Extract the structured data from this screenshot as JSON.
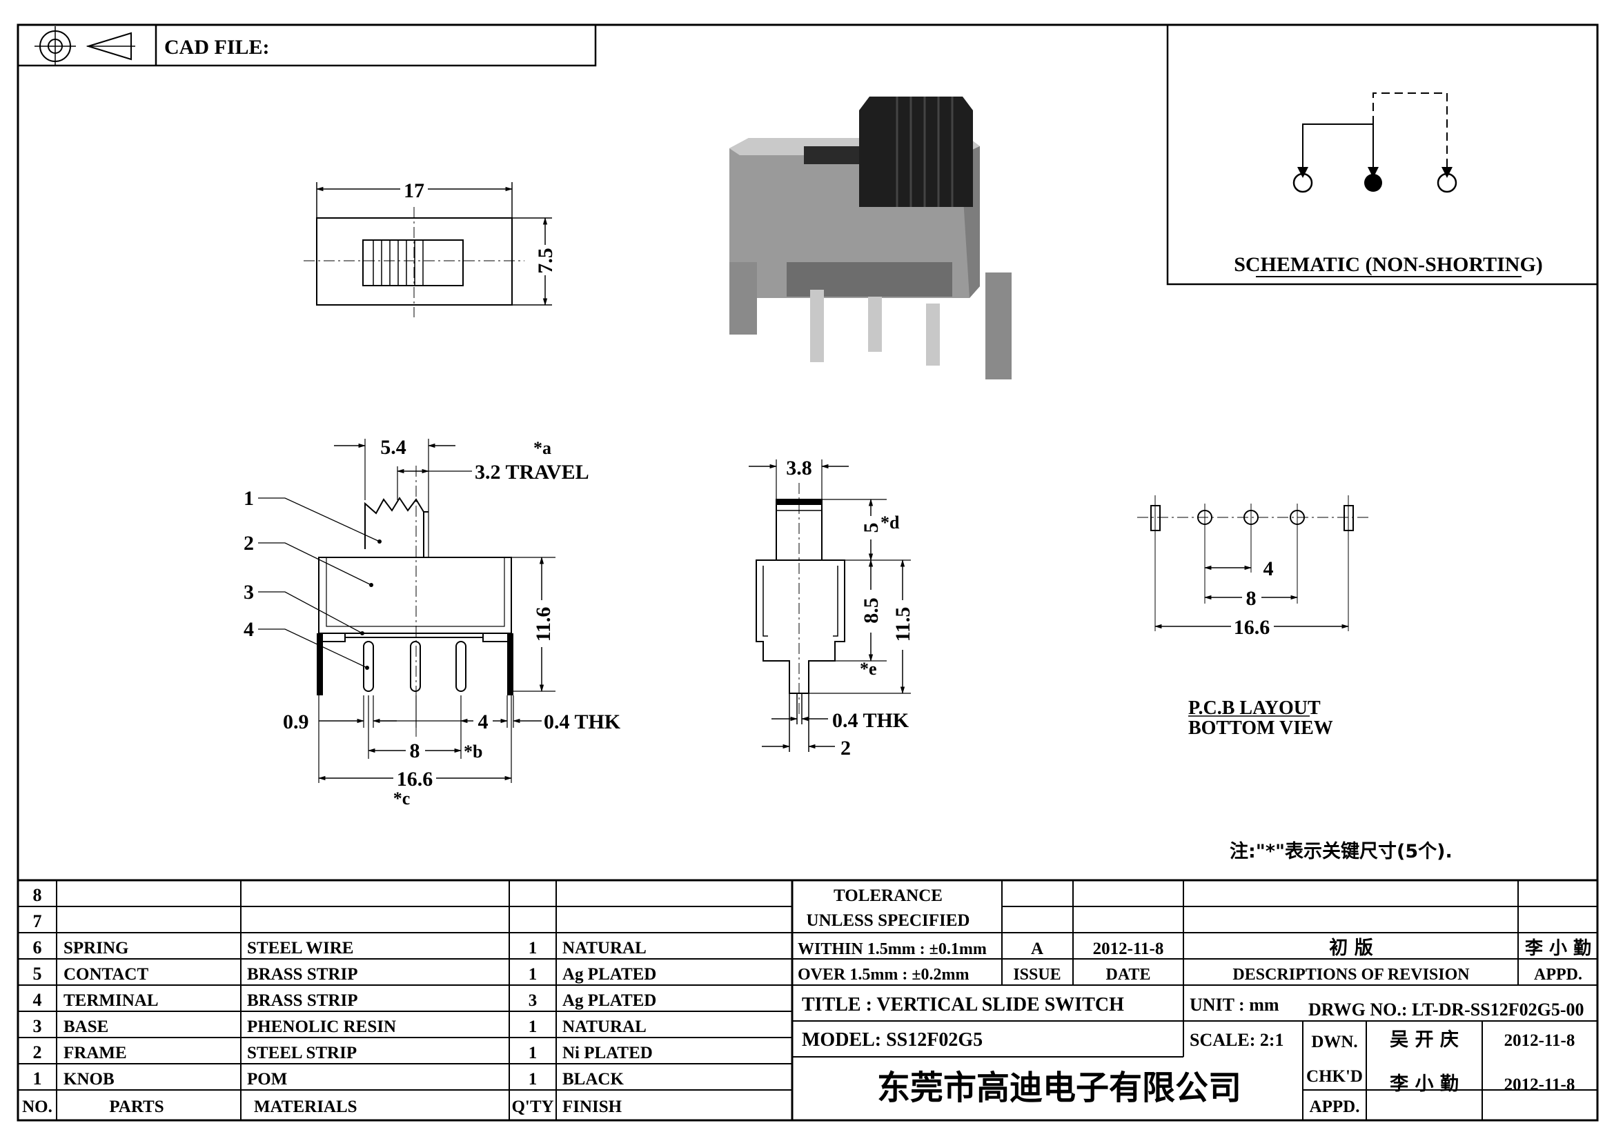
{
  "header": {
    "cad_file_label": "CAD FILE:"
  },
  "schematic": {
    "label": "SCHEMATIC (NON-SHORTING)"
  },
  "dims": {
    "top_width": "17",
    "top_height": "7.5",
    "knob_width": "5.4",
    "travel_mark": "*a",
    "travel": "3.2 TRAVEL",
    "height": "11.6",
    "pin_d": "0.9",
    "pin_half": "4",
    "thk": "0.4 THK",
    "pin_8": "8",
    "mark_b": "*b",
    "overall": "16.6",
    "mark_c": "*c",
    "side_knob": "3.8",
    "side_knob_h": "5",
    "mark_d": "*d",
    "side_body": "8.5",
    "mark_e": "*e",
    "side_total": "11.5",
    "side_thk": "0.4 THK",
    "side_pin": "2",
    "body_mark": "8.5",
    "callouts": [
      "1",
      "2",
      "3",
      "4"
    ]
  },
  "pcb": {
    "d1": "4",
    "d2": "8",
    "d3": "16.6",
    "label1": "P.C.B LAYOUT",
    "label2": "BOTTOM VIEW"
  },
  "note": "注:\"*\"表示关键尺寸(5个).",
  "bom": {
    "headers": {
      "no": "NO.",
      "parts": "PARTS",
      "materials": "MATERIALS",
      "qty": "Q'TY",
      "finish": "FINISH"
    },
    "rows": [
      {
        "no": "8",
        "part": "",
        "material": "",
        "qty": "",
        "finish": ""
      },
      {
        "no": "7",
        "part": "",
        "material": "",
        "qty": "",
        "finish": ""
      },
      {
        "no": "6",
        "part": "SPRING",
        "material": "STEEL WIRE",
        "qty": "1",
        "finish": "NATURAL"
      },
      {
        "no": "5",
        "part": "CONTACT",
        "material": "BRASS STRIP",
        "qty": "1",
        "finish": "Ag PLATED"
      },
      {
        "no": "4",
        "part": "TERMINAL",
        "material": "BRASS STRIP",
        "qty": "3",
        "finish": "Ag PLATED"
      },
      {
        "no": "3",
        "part": "BASE",
        "material": "PHENOLIC RESIN",
        "qty": "1",
        "finish": "NATURAL"
      },
      {
        "no": "2",
        "part": "FRAME",
        "material": "STEEL STRIP",
        "qty": "1",
        "finish": "Ni PLATED"
      },
      {
        "no": "1",
        "part": "KNOB",
        "material": "POM",
        "qty": "1",
        "finish": "BLACK"
      }
    ]
  },
  "tb": {
    "tol1": "TOLERANCE",
    "tol2": "UNLESS SPECIFIED",
    "tol3": "WITHIN 1.5mm : ±0.1mm",
    "tol4": "OVER 1.5mm : ±0.2mm",
    "issue_val": "A",
    "date_val": "2012-11-8",
    "desc_val": "初 版",
    "appd_val": "李 小 勤",
    "issue_lbl": "ISSUE",
    "date_lbl": "DATE",
    "desc_lbl": "DESCRIPTIONS OF REVISION",
    "appd_lbl": "APPD.",
    "title": "TITLE :  VERTICAL SLIDE SWITCH",
    "model": "MODEL:   SS12F02G5",
    "unit": "UNIT :  mm",
    "scale": "SCALE:  2:1",
    "drwg": "DRWG NO.: LT-DR-SS12F02G5-00",
    "dwn_lbl": "DWN.",
    "dwn_name": "吴 开 庆",
    "dwn_date": "2012-11-8",
    "chk_lbl": "CHK'D",
    "apd_lbl": "APPD.",
    "chk_name": "李 小 勤",
    "chk_date": "2012-11-8",
    "company": "东莞市高迪电子有限公司"
  }
}
